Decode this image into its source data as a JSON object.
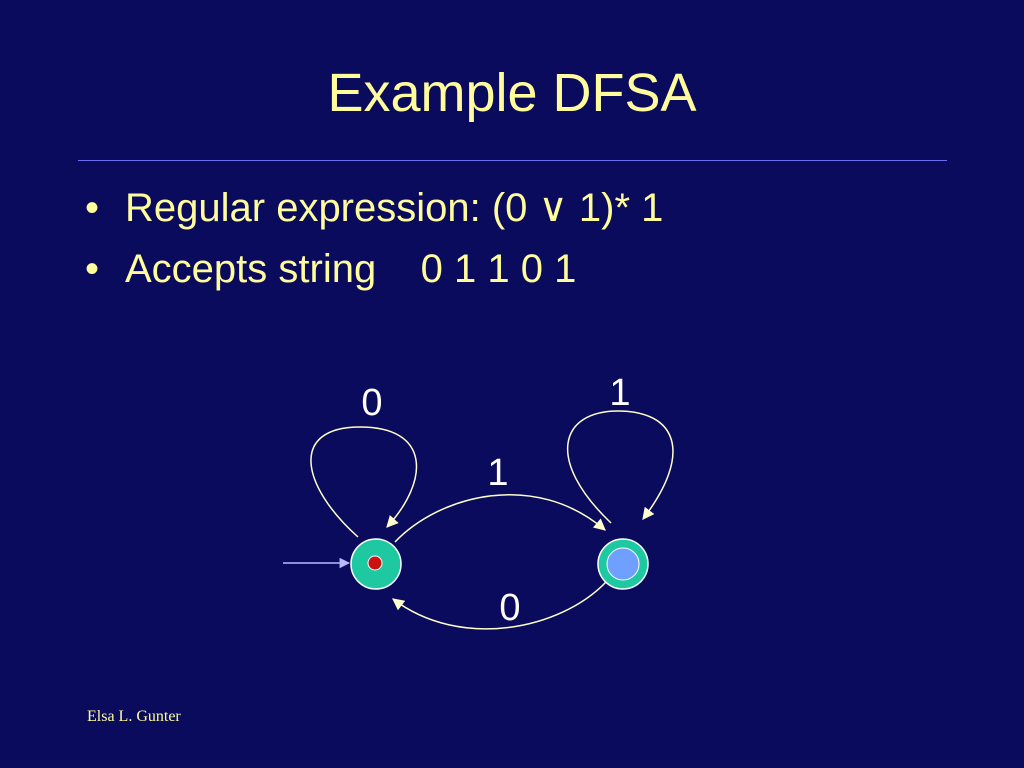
{
  "slide": {
    "title": "Example DFSA",
    "bullets": [
      {
        "marker": "•",
        "text": "Regular expression: (0 ∨ 1)* 1"
      },
      {
        "marker": "•",
        "text": "Accepts string    0 1 1 0 1"
      }
    ],
    "footer": "Elsa L. Gunter"
  },
  "diagram": {
    "colors": {
      "state_fill": "#1ec9a2",
      "start_marker": "#cc1111",
      "accept_inner": "#6f9fff",
      "edge": "#ffffcc",
      "start_arrow": "#b9b9ff"
    },
    "states": [
      {
        "name": "start",
        "is_start": true,
        "is_accepting": false
      },
      {
        "name": "accept",
        "is_start": false,
        "is_accepting": true
      }
    ],
    "transitions": [
      {
        "from": "start",
        "to": "start",
        "label": "0"
      },
      {
        "from": "accept",
        "to": "accept",
        "label": "1"
      },
      {
        "from": "start",
        "to": "accept",
        "label": "1"
      },
      {
        "from": "accept",
        "to": "start",
        "label": "0"
      }
    ]
  }
}
